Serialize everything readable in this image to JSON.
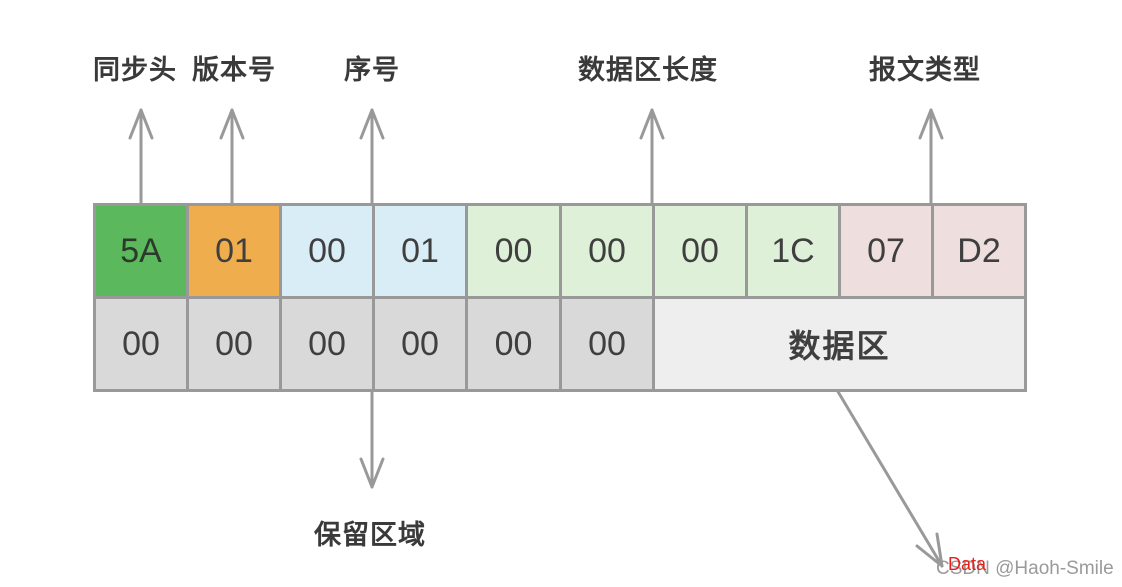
{
  "labels": {
    "sync_header": "同步头",
    "version": "版本号",
    "sequence": "序号",
    "data_length": "数据区长度",
    "message_type": "报文类型",
    "reserved": "保留区域"
  },
  "row1": [
    {
      "value": "5A",
      "color": "#5cb85c"
    },
    {
      "value": "01",
      "color": "#f0ad4e"
    },
    {
      "value": "00",
      "color": "#d9edf7"
    },
    {
      "value": "01",
      "color": "#d9edf7"
    },
    {
      "value": "00",
      "color": "#dff0d8"
    },
    {
      "value": "00",
      "color": "#dff0d8"
    },
    {
      "value": "00",
      "color": "#dff0d8"
    },
    {
      "value": "1C",
      "color": "#dff0d8"
    },
    {
      "value": "07",
      "color": "#eedede"
    },
    {
      "value": "D2",
      "color": "#eedede"
    }
  ],
  "row2": [
    {
      "value": "00",
      "color": "#d9d9d9"
    },
    {
      "value": "00",
      "color": "#d9d9d9"
    },
    {
      "value": "00",
      "color": "#d9d9d9"
    },
    {
      "value": "00",
      "color": "#d9d9d9"
    },
    {
      "value": "00",
      "color": "#d9d9d9"
    },
    {
      "value": "00",
      "color": "#d9d9d9"
    }
  ],
  "data_area": {
    "label": "数据区",
    "color": "#eeeeee"
  },
  "data_tag": "Data",
  "watermark": "CSDN @Haoh-Smile",
  "colors": {
    "border": "#999999",
    "arrow": "#999999",
    "data_tag": "#e8201a"
  }
}
